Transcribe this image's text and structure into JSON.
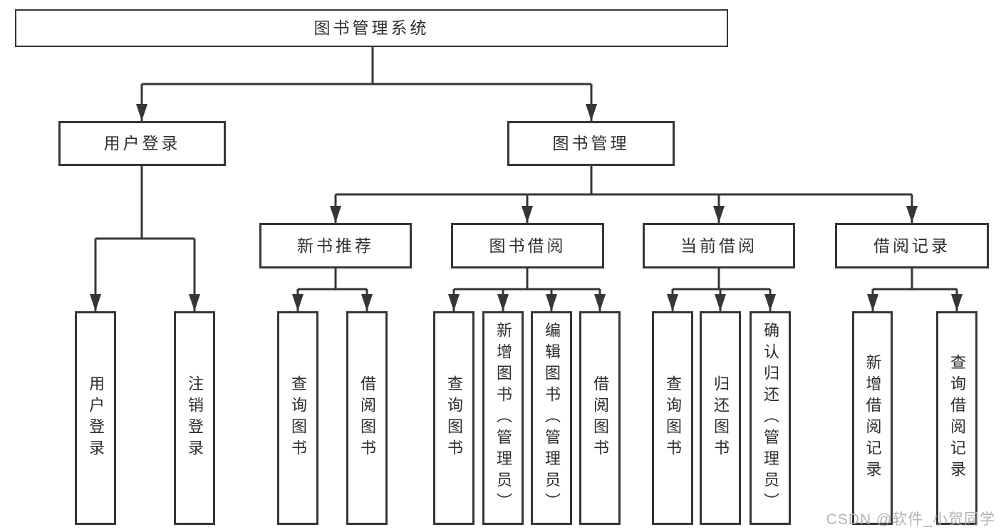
{
  "diagram": {
    "root": {
      "label": "图书管理系统"
    },
    "level2": [
      {
        "label": "用户登录",
        "leaves": [
          {
            "label": "用户登录"
          },
          {
            "label": "注销登录"
          }
        ]
      },
      {
        "label": "图书管理",
        "groups": [
          {
            "label": "新书推荐",
            "leaves": [
              {
                "label": "查询图书"
              },
              {
                "label": "借阅图书"
              }
            ]
          },
          {
            "label": "图书借阅",
            "leaves": [
              {
                "label": "查询图书"
              },
              {
                "label": "新增图书（管理员）"
              },
              {
                "label": "编辑图书（管理员）"
              },
              {
                "label": "借阅图书"
              }
            ]
          },
          {
            "label": "当前借阅",
            "leaves": [
              {
                "label": "查询图书"
              },
              {
                "label": "归还图书"
              },
              {
                "label": "确认归还（管理员）"
              }
            ]
          },
          {
            "label": "借阅记录",
            "leaves": [
              {
                "label": "新增借阅记录"
              },
              {
                "label": "查询借阅记录"
              }
            ]
          }
        ]
      }
    ]
  },
  "watermark": {
    "text": "CSDN @软件_小贺同学"
  },
  "colors": {
    "line": "#363636",
    "text": "#2e2e2e",
    "watermark": "#afafaf",
    "background": "#ffffff"
  }
}
